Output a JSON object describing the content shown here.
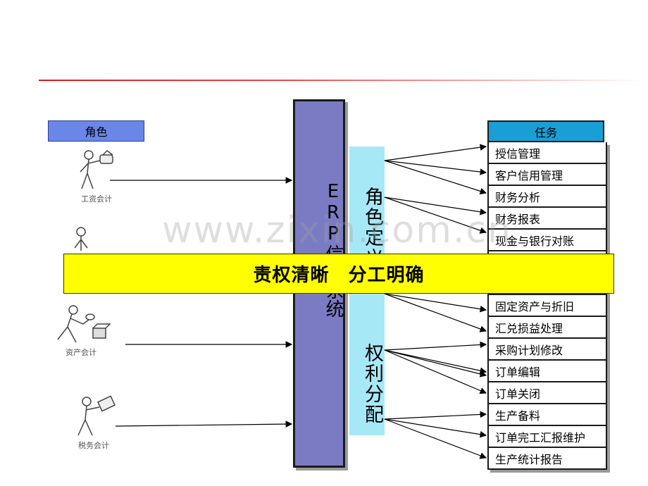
{
  "role_header": "角色",
  "roles": [
    {
      "label": "工资会计"
    },
    {
      "label": "资产会计"
    },
    {
      "label": "税务会计"
    }
  ],
  "erp_label": "ERP信息系统",
  "role_definition_label": "角色定义",
  "permission_label": "权利分配",
  "task_header": "任务",
  "tasks": [
    "授信管理",
    "客户信用管理",
    "财务分析",
    "财务报表",
    "现金与银行对账",
    "",
    "",
    "固定资产与折旧",
    "汇兑损益处理",
    "采购计划修改",
    "订单编辑",
    "订单关闭",
    "生产备料",
    "订单完工汇报维护",
    "生产统计报告"
  ],
  "banner_text": "责权清晰　分工明确",
  "watermark": "www.zixin.com.cn",
  "colors": {
    "role_header": "#6a86e8",
    "erp_bar": "#7b7bc4",
    "role_def_bar": "#a7e8f7",
    "task_header": "#1a9ed6",
    "banner": "#ffff00",
    "rule": "#d61a1a"
  }
}
